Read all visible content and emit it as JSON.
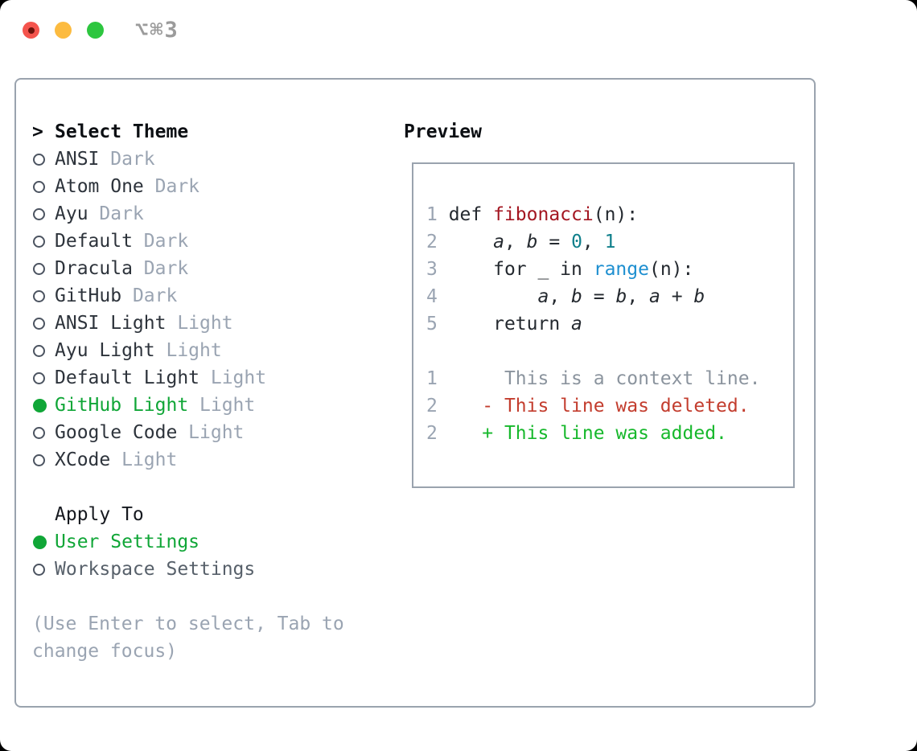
{
  "window": {
    "shortcut": "⌥⌘3",
    "traffic_lights": [
      "close",
      "minimize",
      "zoom"
    ]
  },
  "theme_selector": {
    "prompt": ">",
    "title": "Select Theme",
    "items": [
      {
        "label": "ANSI",
        "tag": "Dark",
        "selected": false
      },
      {
        "label": "Atom One",
        "tag": "Dark",
        "selected": false
      },
      {
        "label": "Ayu",
        "tag": "Dark",
        "selected": false
      },
      {
        "label": "Default",
        "tag": "Dark",
        "selected": false
      },
      {
        "label": "Dracula",
        "tag": "Dark",
        "selected": false
      },
      {
        "label": "GitHub",
        "tag": "Dark",
        "selected": false
      },
      {
        "label": "ANSI Light",
        "tag": "Light",
        "selected": false
      },
      {
        "label": "Ayu Light",
        "tag": "Light",
        "selected": false
      },
      {
        "label": "Default Light",
        "tag": "Light",
        "selected": false
      },
      {
        "label": "GitHub Light",
        "tag": "Light",
        "selected": true
      },
      {
        "label": "Google Code",
        "tag": "Light",
        "selected": false
      },
      {
        "label": "XCode",
        "tag": "Light",
        "selected": false
      }
    ],
    "apply_to": {
      "title": "Apply To",
      "options": [
        {
          "label": "User Settings",
          "selected": true
        },
        {
          "label": "Workspace Settings",
          "selected": false
        }
      ]
    },
    "hint": "(Use Enter to select, Tab to change focus)"
  },
  "preview": {
    "title": "Preview",
    "code_lines": [
      {
        "num": "1",
        "tokens": [
          {
            "t": "def ",
            "c": "text"
          },
          {
            "t": "fibonacci",
            "c": "func"
          },
          {
            "t": "(n):",
            "c": "text"
          }
        ]
      },
      {
        "num": "2",
        "tokens": [
          {
            "t": "    ",
            "c": "text"
          },
          {
            "t": "a",
            "c": "var"
          },
          {
            "t": ", ",
            "c": "text"
          },
          {
            "t": "b",
            "c": "var"
          },
          {
            "t": " = ",
            "c": "text"
          },
          {
            "t": "0",
            "c": "num"
          },
          {
            "t": ", ",
            "c": "text"
          },
          {
            "t": "1",
            "c": "num"
          }
        ]
      },
      {
        "num": "3",
        "tokens": [
          {
            "t": "    for _ in ",
            "c": "text"
          },
          {
            "t": "range",
            "c": "builtin"
          },
          {
            "t": "(n):",
            "c": "text"
          }
        ]
      },
      {
        "num": "4",
        "tokens": [
          {
            "t": "        ",
            "c": "text"
          },
          {
            "t": "a",
            "c": "var"
          },
          {
            "t": ", ",
            "c": "text"
          },
          {
            "t": "b",
            "c": "var"
          },
          {
            "t": " = ",
            "c": "text"
          },
          {
            "t": "b",
            "c": "var"
          },
          {
            "t": ", ",
            "c": "text"
          },
          {
            "t": "a",
            "c": "var"
          },
          {
            "t": " + ",
            "c": "text"
          },
          {
            "t": "b",
            "c": "var"
          }
        ]
      },
      {
        "num": "5",
        "tokens": [
          {
            "t": "    return ",
            "c": "text"
          },
          {
            "t": "a",
            "c": "var"
          }
        ]
      }
    ],
    "diff_lines": [
      {
        "num": "1",
        "text": "     This is a context line.",
        "type": "context"
      },
      {
        "num": "2",
        "text": "   - This line was deleted.",
        "type": "deleted"
      },
      {
        "num": "2",
        "text": "   + This line was added.",
        "type": "added"
      }
    ]
  },
  "colors": {
    "text": "#24292f",
    "muted": "#9aa4b2",
    "border": "#9aa3ae",
    "sel-green": "#10a637",
    "added-green": "#17b82c",
    "deleted-red": "#c33d2e",
    "context-gray": "#8b949e",
    "func-red": "#a31621",
    "num-teal": "#0f7f8b",
    "builtin-blue": "#1e8fd0",
    "traffic-red": "#f4544d",
    "traffic-yellow": "#fcbb40",
    "traffic-green": "#2dc63f"
  }
}
